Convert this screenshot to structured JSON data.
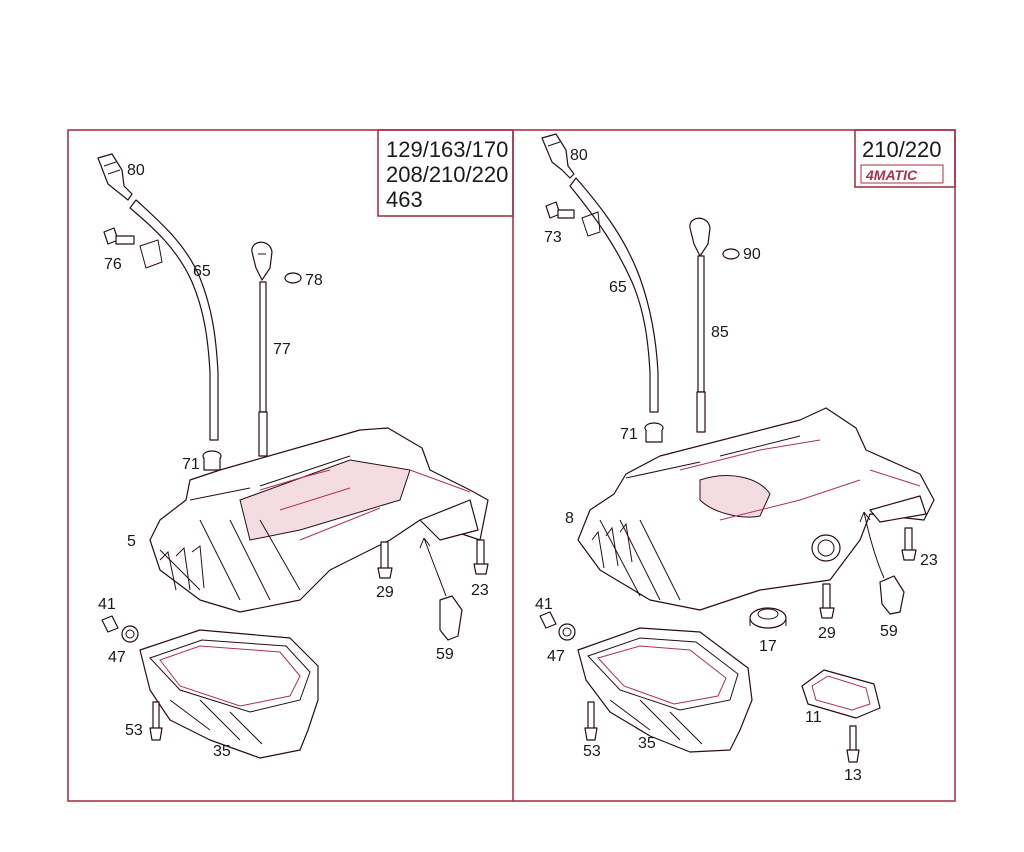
{
  "left_panel": {
    "models": [
      "129/163/170",
      "208/210/220",
      "463"
    ],
    "labels": [
      "80",
      "76",
      "65",
      "78",
      "77",
      "71",
      "5",
      "29",
      "23",
      "41",
      "47",
      "59",
      "53",
      "35"
    ]
  },
  "right_panel": {
    "models": [
      "210/220"
    ],
    "badge": "4MATIC",
    "labels": [
      "80",
      "73",
      "90",
      "65",
      "85",
      "71",
      "8",
      "23",
      "41",
      "47",
      "17",
      "29",
      "59",
      "11",
      "53",
      "35",
      "13"
    ]
  }
}
